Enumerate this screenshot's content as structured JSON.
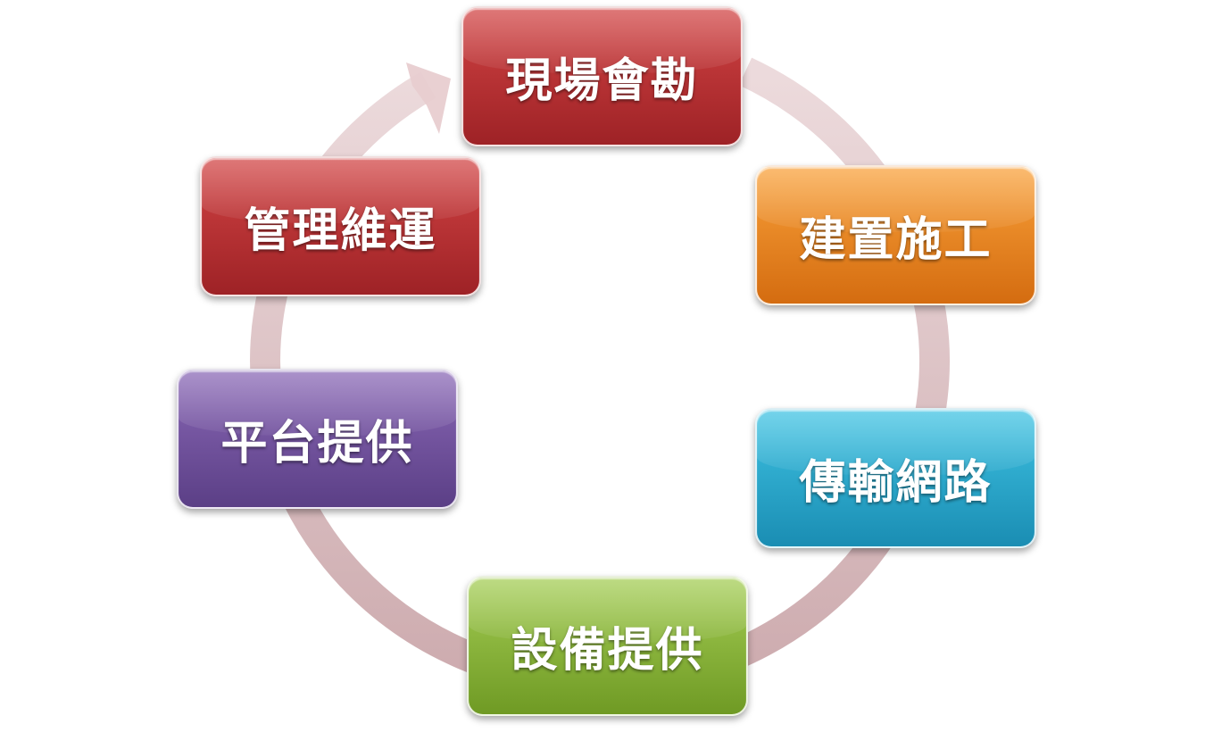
{
  "steps": [
    {
      "id": "survey",
      "label": "現場會勘",
      "color_top": "#d24444",
      "color_bottom": "#9e2226"
    },
    {
      "id": "build",
      "label": "建置施工",
      "color_top": "#f9a13a",
      "color_bottom": "#d46c10"
    },
    {
      "id": "network",
      "label": "傳輸網路",
      "color_top": "#3fc3e3",
      "color_bottom": "#1a8db3"
    },
    {
      "id": "equipment",
      "label": "設備提供",
      "color_top": "#a4cd54",
      "color_bottom": "#6f9a24"
    },
    {
      "id": "platform",
      "label": "平台提供",
      "color_top": "#8a68b6",
      "color_bottom": "#5b3f86"
    },
    {
      "id": "ops",
      "label": "管理維運",
      "color_top": "#d24444",
      "color_bottom": "#9e2226"
    }
  ],
  "ring_color": "#c08a90"
}
